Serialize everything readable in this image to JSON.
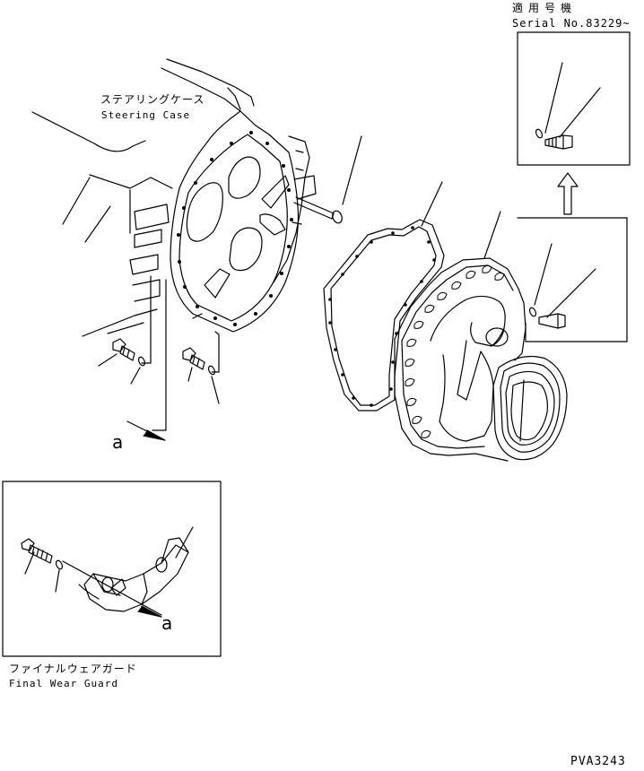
{
  "serial": {
    "title": "適用号機",
    "range": "Serial No.83229~"
  },
  "labels": {
    "steering_case_jp": "ステアリングケース",
    "steering_case_en": "Steering Case",
    "final_wear_guard_jp": "ファイナルウェアガード",
    "final_wear_guard_en": "Final Wear Guard",
    "ref_a_main": "a",
    "ref_a_inset": "a"
  },
  "drawing_code": "PVA3243"
}
